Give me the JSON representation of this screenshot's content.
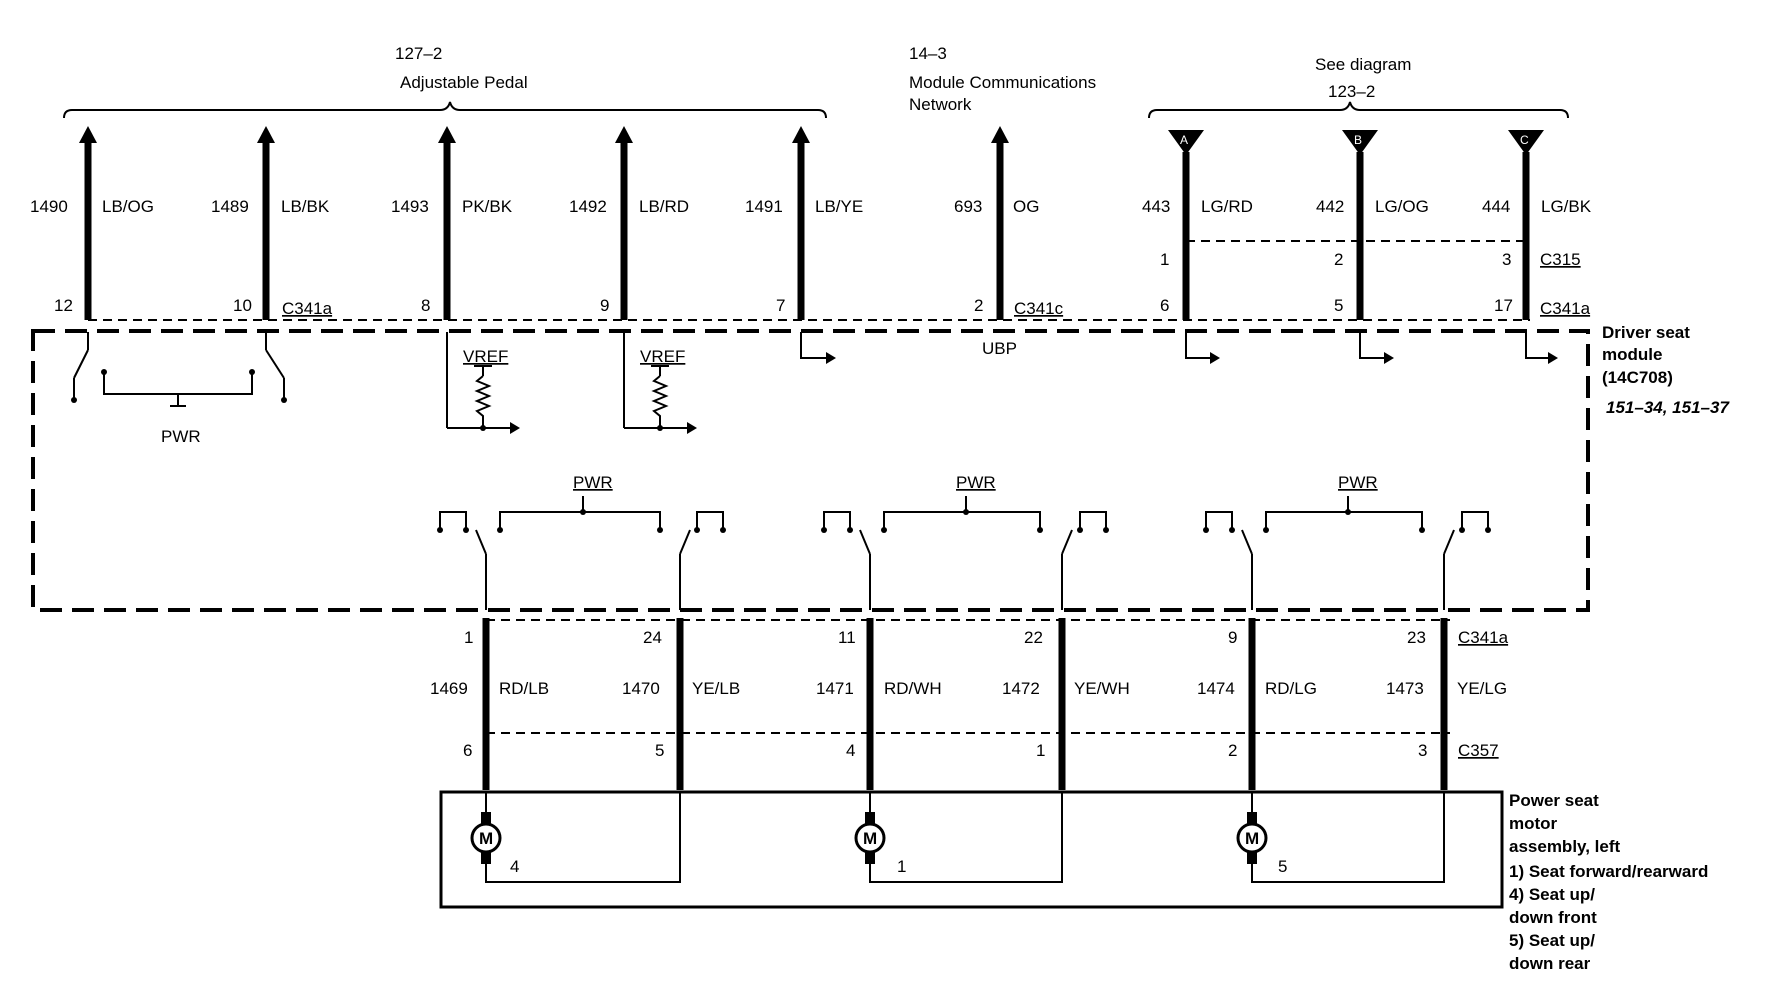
{
  "header": {
    "pedal": {
      "ref": "127–2",
      "label": "Adjustable Pedal"
    },
    "network": {
      "ref": "14–3",
      "line1": "Module Communications",
      "line2": "Network"
    },
    "seeDiagram": {
      "label": "See diagram",
      "ref": "123–2"
    }
  },
  "topWires": [
    {
      "circuit": "1490",
      "color": "LB/OG",
      "pin": "12"
    },
    {
      "circuit": "1489",
      "color": "LB/BK",
      "pin": "10"
    },
    {
      "circuit": "1493",
      "color": "PK/BK",
      "pin": "8"
    },
    {
      "circuit": "1492",
      "color": "LB/RD",
      "pin": "9"
    },
    {
      "circuit": "1491",
      "color": "LB/YE",
      "pin": "7"
    },
    {
      "circuit": "693",
      "color": "OG",
      "pin": "2"
    }
  ],
  "rightWires": [
    {
      "circuit": "443",
      "color": "LG/RD",
      "pinC315": "1",
      "pinC341a": "6",
      "letter": "A"
    },
    {
      "circuit": "442",
      "color": "LG/OG",
      "pinC315": "2",
      "pinC341a": "5",
      "letter": "B"
    },
    {
      "circuit": "444",
      "color": "LG/BK",
      "pinC315": "3",
      "pinC341a": "17",
      "letter": "C"
    }
  ],
  "connectors": {
    "c341a": "C341a",
    "c341c": "C341c",
    "c315": "C315",
    "c357": "C357"
  },
  "labels": {
    "ubp": "UBP",
    "vref": "VREF",
    "pwr": "PWR",
    "motor": "M"
  },
  "driverModule": {
    "line1": "Driver seat",
    "line2": "module",
    "line3": "(14C708)",
    "ref": "151–34, 151–37"
  },
  "motorWires": [
    {
      "circuit": "1469",
      "color": "RD/LB",
      "pinTop": "1",
      "pinBottom": "6"
    },
    {
      "circuit": "1470",
      "color": "YE/LB",
      "pinTop": "24",
      "pinBottom": "5"
    },
    {
      "circuit": "1471",
      "color": "RD/WH",
      "pinTop": "11",
      "pinBottom": "4"
    },
    {
      "circuit": "1472",
      "color": "YE/WH",
      "pinTop": "22",
      "pinBottom": "1"
    },
    {
      "circuit": "1474",
      "color": "RD/LG",
      "pinTop": "9",
      "pinBottom": "2"
    },
    {
      "circuit": "1473",
      "color": "YE/LG",
      "pinTop": "23",
      "pinBottom": "3"
    }
  ],
  "motors": [
    {
      "num": "4"
    },
    {
      "num": "1"
    },
    {
      "num": "5"
    }
  ],
  "motorAssembly": {
    "lines": [
      "Power seat",
      "motor",
      "assembly, left",
      "1) Seat forward/rearward",
      "4) Seat up/",
      "down front",
      "5) Seat up/",
      "down rear"
    ]
  }
}
